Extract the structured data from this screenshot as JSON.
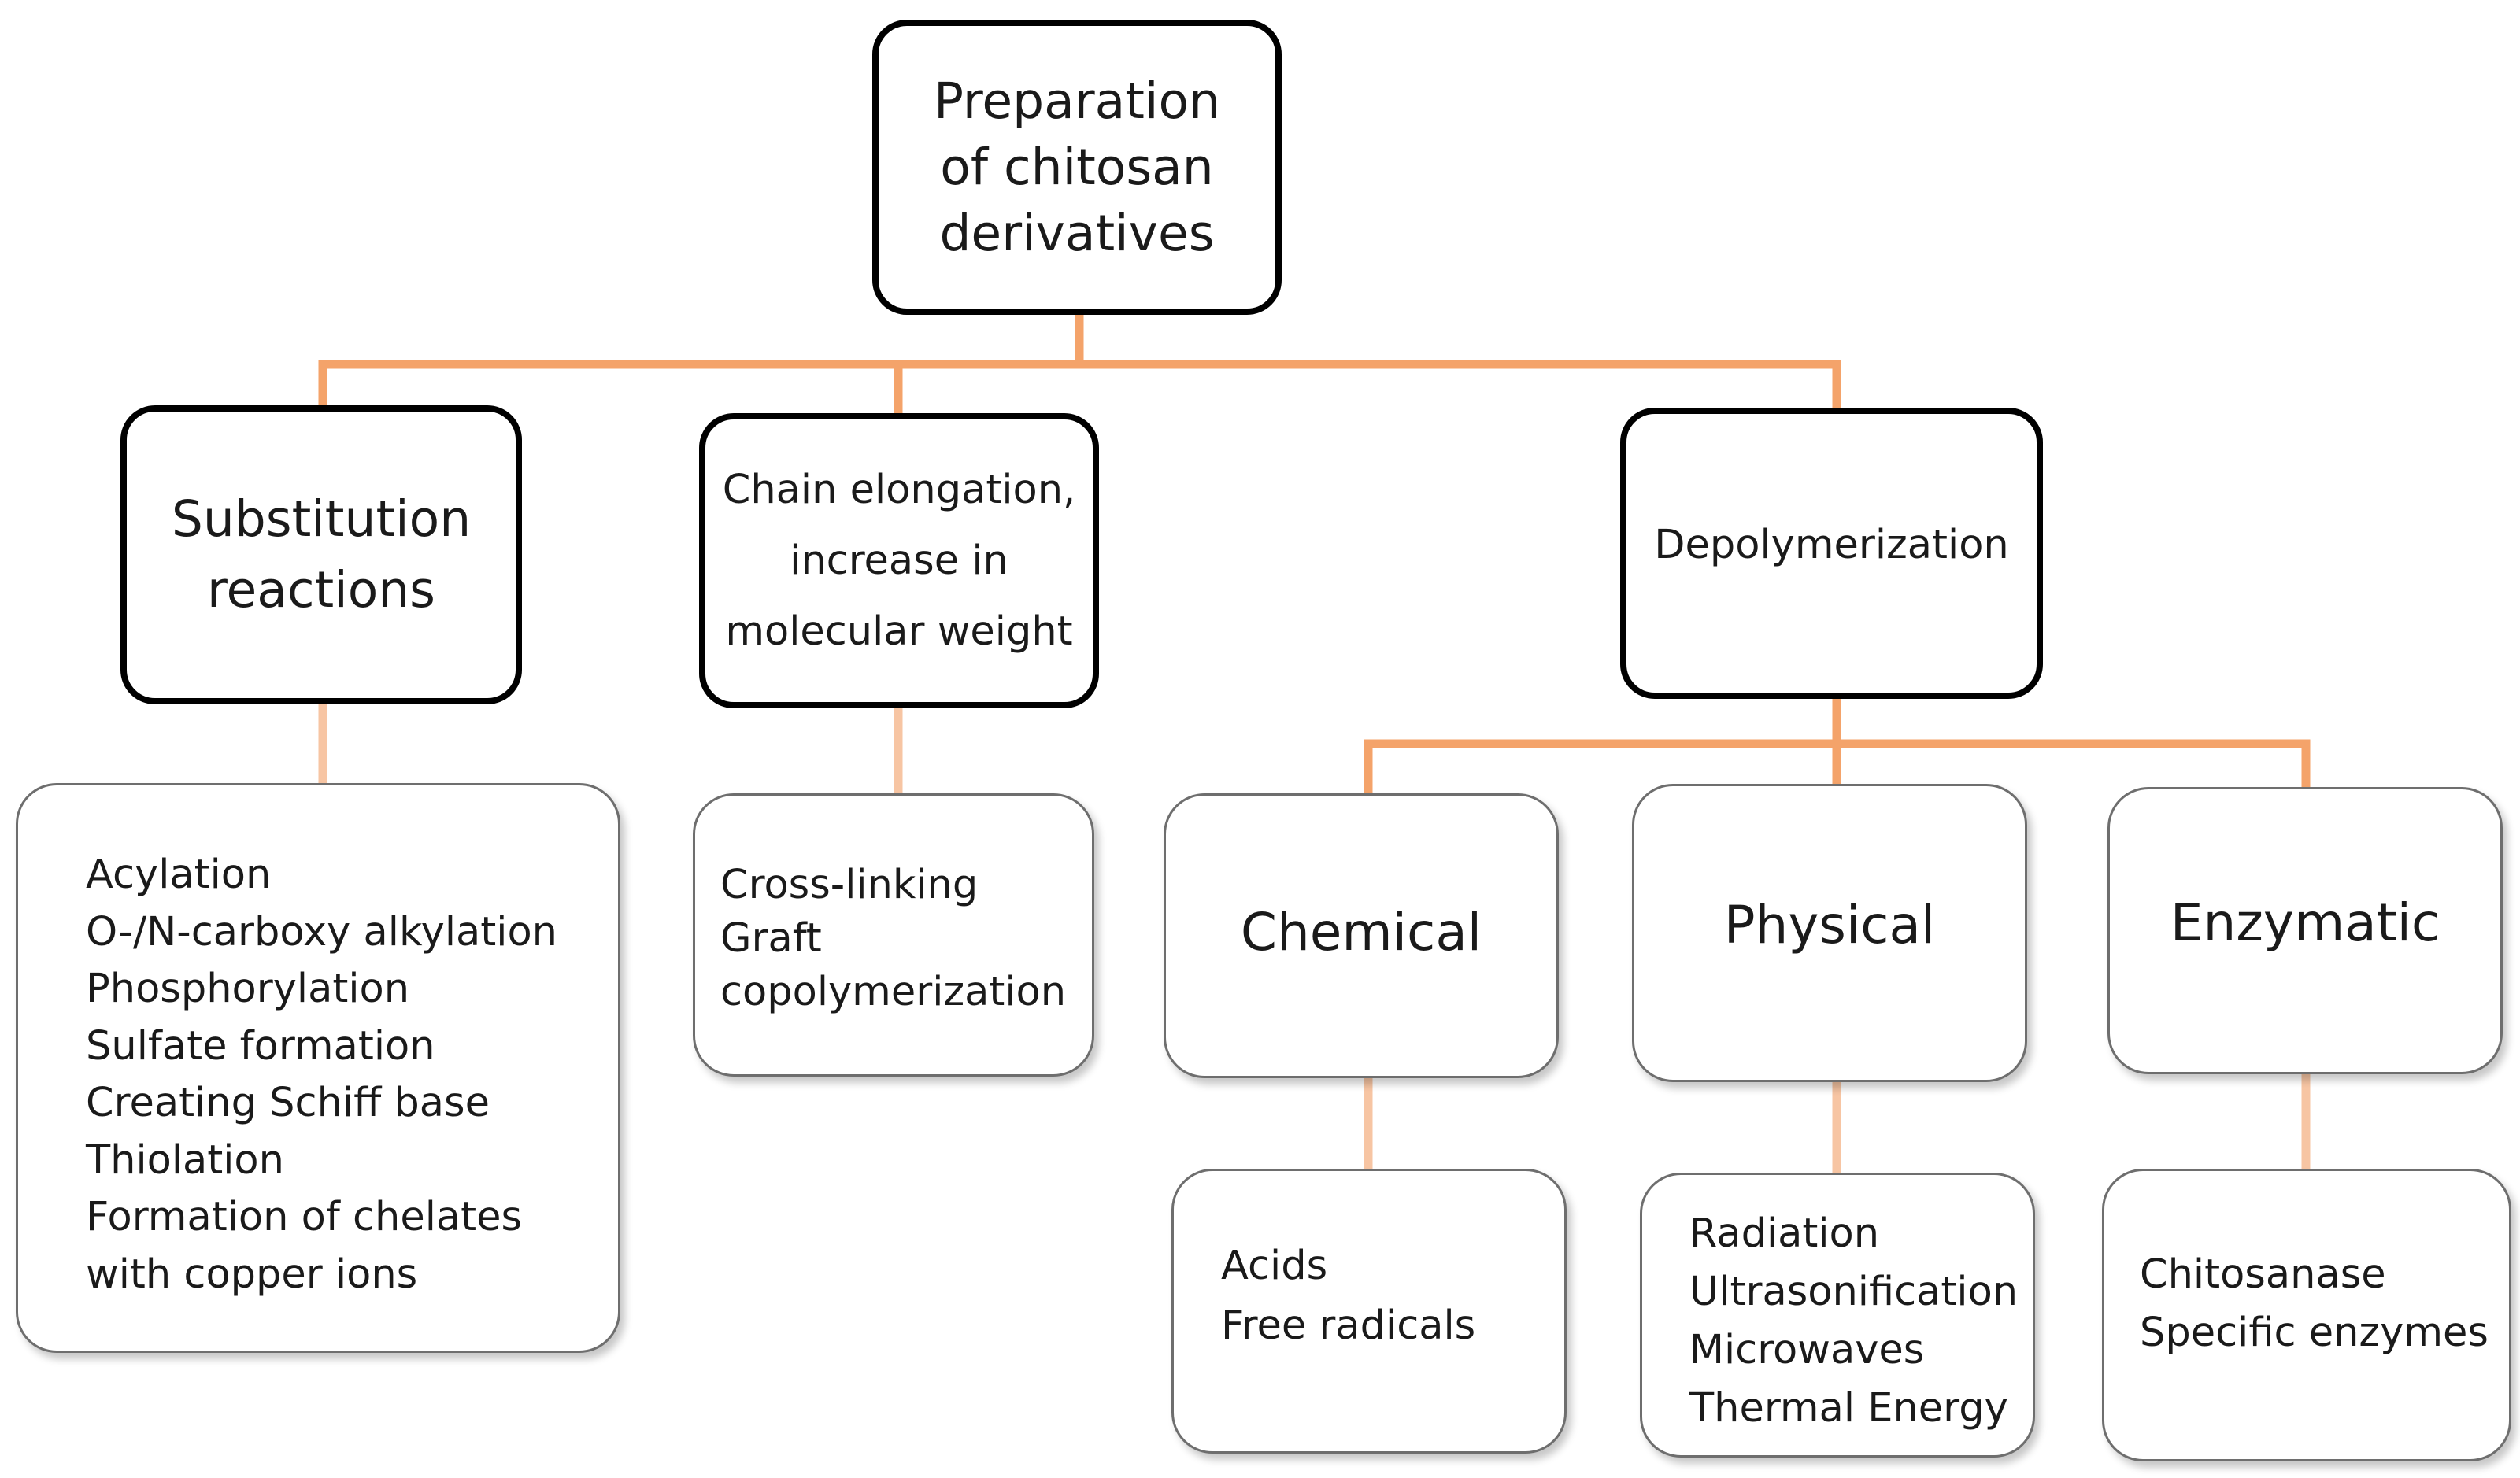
{
  "root": {
    "lines": [
      "Preparation",
      "of chitosan",
      "derivatives"
    ]
  },
  "level1": [
    {
      "id": "substitution",
      "lines": [
        "Substitution",
        "reactions"
      ]
    },
    {
      "id": "chain",
      "lines": [
        "Chain elongation,",
        "increase in",
        "molecular weight"
      ]
    },
    {
      "id": "depolymerization",
      "lines": [
        "Depolymerization"
      ]
    }
  ],
  "substitution_details": [
    "Acylation",
    "O-/N-carboxy alkylation",
    "Phosphorylation",
    "Sulfate formation",
    "Creating Schiff base",
    "Thiolation",
    "Formation of chelates",
    "with copper ions"
  ],
  "chain_details": [
    "Cross-linking",
    "Graft",
    "copolymerization"
  ],
  "depolymerization_types": [
    {
      "label": "Chemical",
      "details": [
        "Acids",
        "Free radicals"
      ]
    },
    {
      "label": "Physical",
      "details": [
        "Radiation",
        "Ultrasonification",
        "Microwaves",
        "Thermal Energy"
      ]
    },
    {
      "label": "Enzymatic",
      "details": [
        "Chitosanase",
        "Specific enzymes"
      ]
    }
  ],
  "colors": {
    "connector": "#f4a36a",
    "connector_light": "#f7c5a3"
  }
}
